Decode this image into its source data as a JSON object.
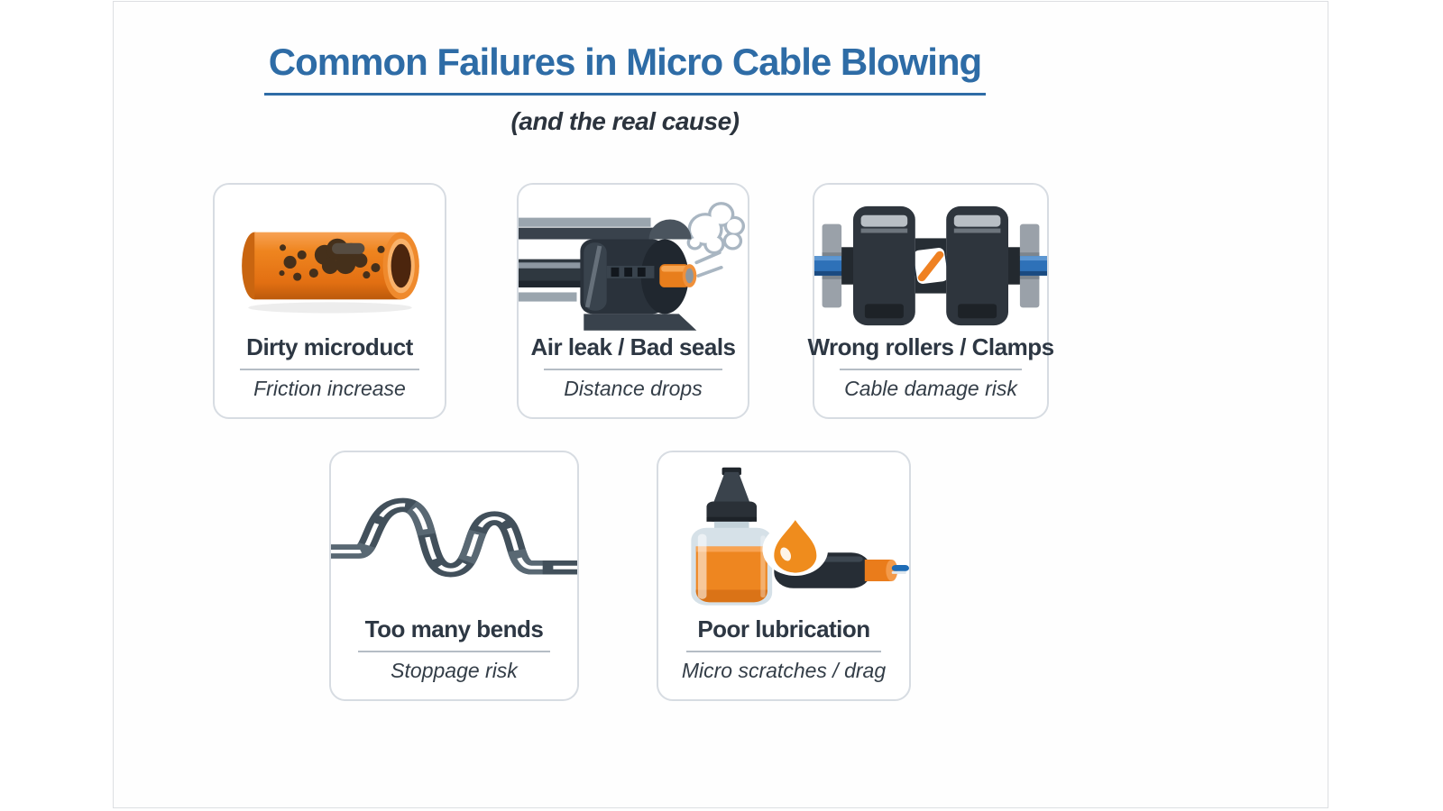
{
  "header": {
    "title": "Common Failures in Micro Cable Blowing",
    "subtitle": "(and the real cause)"
  },
  "cards": [
    {
      "title": "Dirty microduct",
      "cause": "Friction increase",
      "icon": "dirty-microduct-icon"
    },
    {
      "title": "Air leak / Bad seals",
      "cause": "Distance drops",
      "icon": "air-leak-icon"
    },
    {
      "title": "Wrong rollers / Clamps",
      "cause": "Cable damage risk",
      "icon": "rollers-clamps-icon"
    },
    {
      "title": "Too many bends",
      "cause": "Stoppage risk",
      "icon": "bent-duct-icon"
    },
    {
      "title": "Poor lubrication",
      "cause": "Micro scratches / drag",
      "icon": "lubricant-bottle-icon"
    }
  ],
  "colors": {
    "accent_blue": "#2e6ca6",
    "text_dark": "#2d3743",
    "duct_orange": "#ef851f",
    "cable_blue": "#2e71b8",
    "machine_dark": "#2a323b",
    "machine_gray": "#9aa5ae",
    "cloud_outline": "#a9b6c2",
    "bend_duct": "#42505b",
    "card_border": "#d7dce2",
    "divider_gray": "#b5bdc5"
  }
}
